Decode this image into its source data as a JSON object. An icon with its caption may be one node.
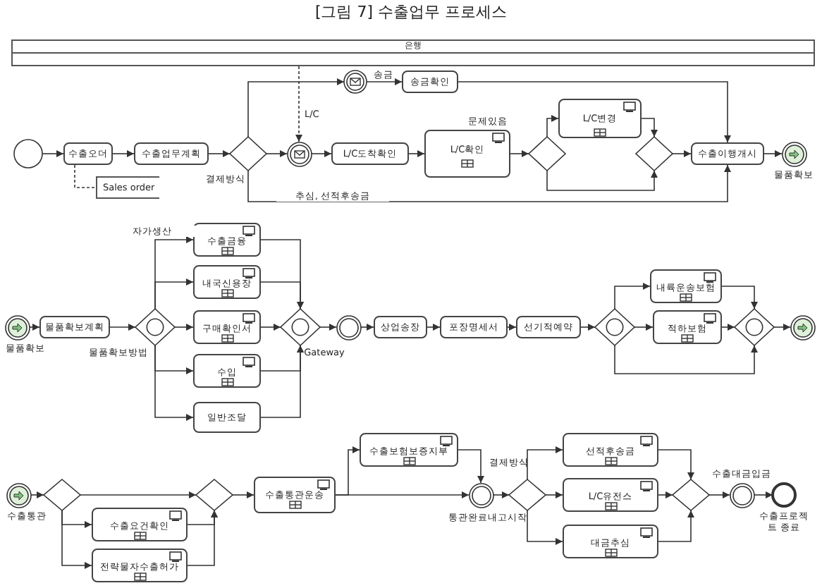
{
  "diagram": {
    "title": "[그림 7] 수출업무 프로세스",
    "nodes": [
      {
        "text": [
          "은행"
        ]
      },
      {
        "text": [],
        "shape": "circle"
      },
      {
        "text": [
          "수출오더"
        ]
      },
      {
        "text": [
          "수출업무계획"
        ]
      },
      {
        "text": [],
        "shape": "diamond",
        "beside": [
          "결제방식"
        ]
      },
      {
        "text": [],
        "shape": "circle"
      },
      {
        "text": [
          "L/C도착확인"
        ]
      },
      {
        "text": [
          "L/C확인"
        ]
      },
      {
        "text": [],
        "shape": "diamond"
      },
      {
        "text": [
          "L/C변경"
        ]
      },
      {
        "text": [],
        "shape": "diamond"
      },
      {
        "text": [
          "수출이행개시"
        ]
      },
      {
        "text": [],
        "shape": "circle",
        "beside": [
          "물품확보"
        ]
      },
      {
        "text": [],
        "shape": "circle",
        "beside": [
          "송금"
        ]
      },
      {
        "text": [
          "송금확인"
        ]
      },
      {
        "text": [
          "Sales order"
        ]
      },
      {
        "text": [],
        "shape": "circle",
        "beside": [
          "물품확보"
        ]
      },
      {
        "text": [
          "물품확보계획"
        ]
      },
      {
        "text": [],
        "shape": "diamond",
        "beside": [
          "물품확보방법"
        ]
      },
      {
        "text": [
          "수출금융"
        ]
      },
      {
        "text": [
          "내국신용장"
        ]
      },
      {
        "text": [
          "구매확인서"
        ]
      },
      {
        "text": [
          "수입"
        ]
      },
      {
        "text": [
          "일반조달"
        ]
      },
      {
        "text": [],
        "shape": "diamond",
        "beside": [
          "Gateway"
        ]
      },
      {
        "text": [],
        "shape": "circle"
      },
      {
        "text": [
          "상업송장"
        ]
      },
      {
        "text": [
          "포장명세서"
        ]
      },
      {
        "text": [
          "선기적예약"
        ]
      },
      {
        "text": [],
        "shape": "diamond"
      },
      {
        "text": [
          "내륙운송보험"
        ]
      },
      {
        "text": [
          "적하보험"
        ]
      },
      {
        "text": [],
        "shape": "diamond"
      },
      {
        "text": [],
        "shape": "circle"
      },
      {
        "text": [],
        "shape": "circle",
        "beside": [
          "수출통관"
        ]
      },
      {
        "text": [],
        "shape": "diamond"
      },
      {
        "text": [
          "수출요건확인"
        ]
      },
      {
        "text": [
          "전략물자수출허가"
        ]
      },
      {
        "text": [],
        "shape": "diamond"
      },
      {
        "text": [
          "수출통관운송"
        ]
      },
      {
        "text": [
          "수출보험보증지부"
        ]
      },
      {
        "text": [],
        "shape": "circle",
        "beside": [
          "통관완료내고시작"
        ]
      },
      {
        "text": [],
        "shape": "diamond",
        "beside": [
          "결제방식"
        ]
      },
      {
        "text": [
          "선적후송금"
        ]
      },
      {
        "text": [
          "L/C유전스"
        ]
      },
      {
        "text": [
          "대금추심"
        ]
      },
      {
        "text": [],
        "shape": "diamond"
      },
      {
        "text": [],
        "shape": "circle",
        "beside": [
          "수출대금입금"
        ]
      },
      {
        "text": [],
        "shape": "circle",
        "beside": [
          "수출프로젝트 종료"
        ]
      }
    ],
    "edges": [
      {
        "from": 1,
        "to": 2,
        "arrow": "to"
      },
      {
        "from": 2,
        "to": 3,
        "arrow": "to"
      },
      {
        "from": 3,
        "to": 4,
        "arrow": "to"
      },
      {
        "from": 4,
        "to": 5,
        "arrow": "to"
      },
      {
        "from": 5,
        "to": 6,
        "arrow": "to"
      },
      {
        "from": 6,
        "to": 7,
        "arrow": "to"
      },
      {
        "from": 7,
        "to": 8,
        "arrow": "to"
      },
      {
        "from": 8,
        "to": 9,
        "arrow": "to",
        "label": "문제있음"
      },
      {
        "from": 8,
        "to": 10,
        "arrow": "to"
      },
      {
        "from": 9,
        "to": 10,
        "arrow": "to"
      },
      {
        "from": 10,
        "to": 11,
        "arrow": "to"
      },
      {
        "from": 11,
        "to": 12,
        "arrow": "to"
      },
      {
        "from": 4,
        "to": 13,
        "arrow": "to"
      },
      {
        "from": 13,
        "to": 14,
        "arrow": "to"
      },
      {
        "from": 14,
        "to": 11,
        "arrow": "to"
      },
      {
        "from": 4,
        "to": 11,
        "arrow": "to",
        "label": "추심, 선적후송금"
      },
      {
        "from": 0,
        "to": 5,
        "arrow": "to",
        "style": "dashed",
        "label": "L/C"
      },
      {
        "from": 2,
        "to": 15,
        "arrow": "none",
        "style": "dashed"
      },
      {
        "from": 16,
        "to": 17,
        "arrow": "to"
      },
      {
        "from": 17,
        "to": 18,
        "arrow": "to"
      },
      {
        "from": 18,
        "to": 19,
        "arrow": "to",
        "label": "자가생산"
      },
      {
        "from": 18,
        "to": 20,
        "arrow": "to"
      },
      {
        "from": 18,
        "to": 21,
        "arrow": "to"
      },
      {
        "from": 18,
        "to": 22,
        "arrow": "to"
      },
      {
        "from": 18,
        "to": 23,
        "arrow": "to"
      },
      {
        "from": 19,
        "to": 24,
        "arrow": "to"
      },
      {
        "from": 20,
        "to": 24,
        "arrow": "to"
      },
      {
        "from": 21,
        "to": 24,
        "arrow": "to"
      },
      {
        "from": 22,
        "to": 24,
        "arrow": "to"
      },
      {
        "from": 23,
        "to": 24,
        "arrow": "to"
      },
      {
        "from": 24,
        "to": 25,
        "arrow": "to"
      },
      {
        "from": 25,
        "to": 26,
        "arrow": "to"
      },
      {
        "from": 26,
        "to": 27,
        "arrow": "to"
      },
      {
        "from": 27,
        "to": 28,
        "arrow": "to"
      },
      {
        "from": 28,
        "to": 29,
        "arrow": "to"
      },
      {
        "from": 29,
        "to": 30,
        "arrow": "to"
      },
      {
        "from": 29,
        "to": 31,
        "arrow": "to"
      },
      {
        "from": 29,
        "to": 32,
        "arrow": "to"
      },
      {
        "from": 30,
        "to": 32,
        "arrow": "to"
      },
      {
        "from": 31,
        "to": 32,
        "arrow": "to"
      },
      {
        "from": 32,
        "to": 33,
        "arrow": "to"
      },
      {
        "from": 34,
        "to": 35,
        "arrow": "to"
      },
      {
        "from": 35,
        "to": 38,
        "arrow": "to"
      },
      {
        "from": 35,
        "to": 36,
        "arrow": "to"
      },
      {
        "from": 35,
        "to": 37,
        "arrow": "to"
      },
      {
        "from": 36,
        "to": 38,
        "arrow": "to"
      },
      {
        "from": 37,
        "to": 38,
        "arrow": "to"
      },
      {
        "from": 38,
        "to": 39,
        "arrow": "to"
      },
      {
        "from": 39,
        "to": 40,
        "arrow": "to"
      },
      {
        "from": 39,
        "to": 41,
        "arrow": "to"
      },
      {
        "from": 40,
        "to": 41,
        "arrow": "to"
      },
      {
        "from": 41,
        "to": 42,
        "arrow": "to"
      },
      {
        "from": 42,
        "to": 43,
        "arrow": "to"
      },
      {
        "from": 42,
        "to": 44,
        "arrow": "to"
      },
      {
        "from": 42,
        "to": 45,
        "arrow": "to"
      },
      {
        "from": 43,
        "to": 46,
        "arrow": "to"
      },
      {
        "from": 44,
        "to": 46,
        "arrow": "to"
      },
      {
        "from": 45,
        "to": 46,
        "arrow": "to"
      },
      {
        "from": 46,
        "to": 47,
        "arrow": "to"
      },
      {
        "from": 47,
        "to": 48,
        "arrow": "to"
      }
    ]
  }
}
